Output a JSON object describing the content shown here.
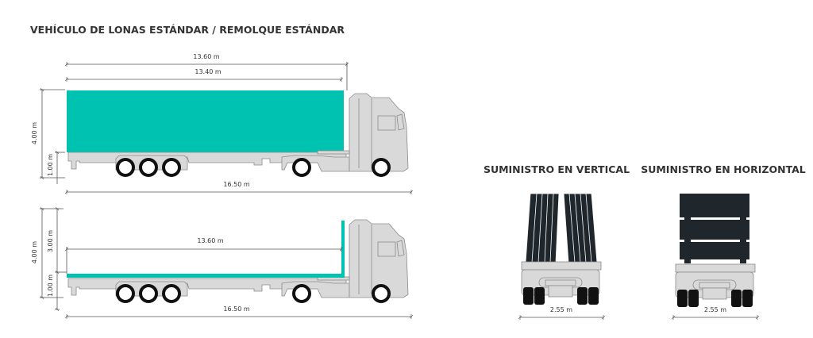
{
  "title": "VEHÍCULO DE LONAS ESTÁNDAR / REMOLQUE ESTÁNDAR",
  "truck_covered": {
    "total_length_label": "13.60 m",
    "inner_length_label": "13.40 m",
    "height_label": "4.00 m",
    "floor_height_label": "1.00 m",
    "vehicle_length_label": "16.50 m",
    "cargo_color": "#00c2b0"
  },
  "truck_flatbed": {
    "deck_length_label": "13.60 m",
    "height_label": "4.00 m",
    "load_height_label": "3.00 m",
    "floor_height_label": "1.00 m",
    "vehicle_length_label": "16.50 m",
    "deck_color": "#00c2b0"
  },
  "rear_vertical": {
    "title": "SUMINISTRO EN VERTICAL",
    "width_label": "2.55 m",
    "load_color": "#1f272d"
  },
  "rear_horizontal": {
    "title": "SUMINISTRO EN HORIZONTAL",
    "width_label": "2.55 m",
    "load_color": "#1f272d"
  }
}
